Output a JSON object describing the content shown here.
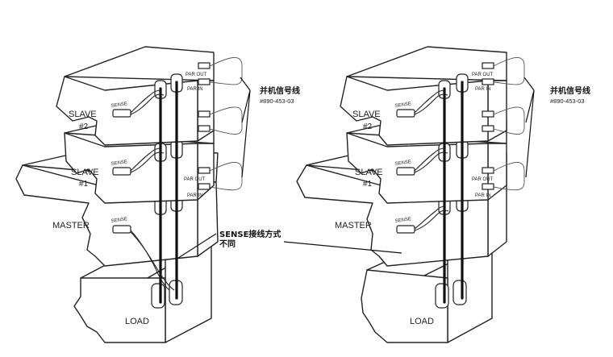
{
  "diagrams": [
    {
      "units": [
        {
          "id": "slave2",
          "label": "SLAVE",
          "sublabel": "#2",
          "sense": "SENSE",
          "par_out": "PAR OUT",
          "par_in": "PAR IN"
        },
        {
          "id": "slave1",
          "label": "SLAVE",
          "sublabel": "#1",
          "sense": "SENSE",
          "par_out": "PAR OUT",
          "par_in": "PAR IN"
        },
        {
          "id": "master",
          "label": "MASTER",
          "sense": "SENSE"
        },
        {
          "id": "load",
          "label": "LOAD"
        }
      ],
      "callout_title": "并机信号线",
      "callout_part": "#890-453-03"
    },
    {
      "units": [
        {
          "id": "slave2",
          "label": "SLAVE",
          "sublabel": "#2",
          "sense": "SENSE",
          "par_out": "PAR OUT",
          "par_in": "PAR IN"
        },
        {
          "id": "slave1",
          "label": "SLAVE",
          "sublabel": "#1",
          "sense": "SENSE",
          "par_out": "PAR OUT",
          "par_in": "PAR IN"
        },
        {
          "id": "master",
          "label": "MASTER",
          "sense": "SENSE"
        },
        {
          "id": "load",
          "label": "LOAD"
        }
      ],
      "callout_title": "并机信号线",
      "callout_part": "#890-453-03"
    }
  ],
  "sense_note": {
    "line1": "SENSE接线方式",
    "line2": "不同"
  },
  "colors": {
    "stroke": "#222222",
    "background": "#ffffff"
  }
}
